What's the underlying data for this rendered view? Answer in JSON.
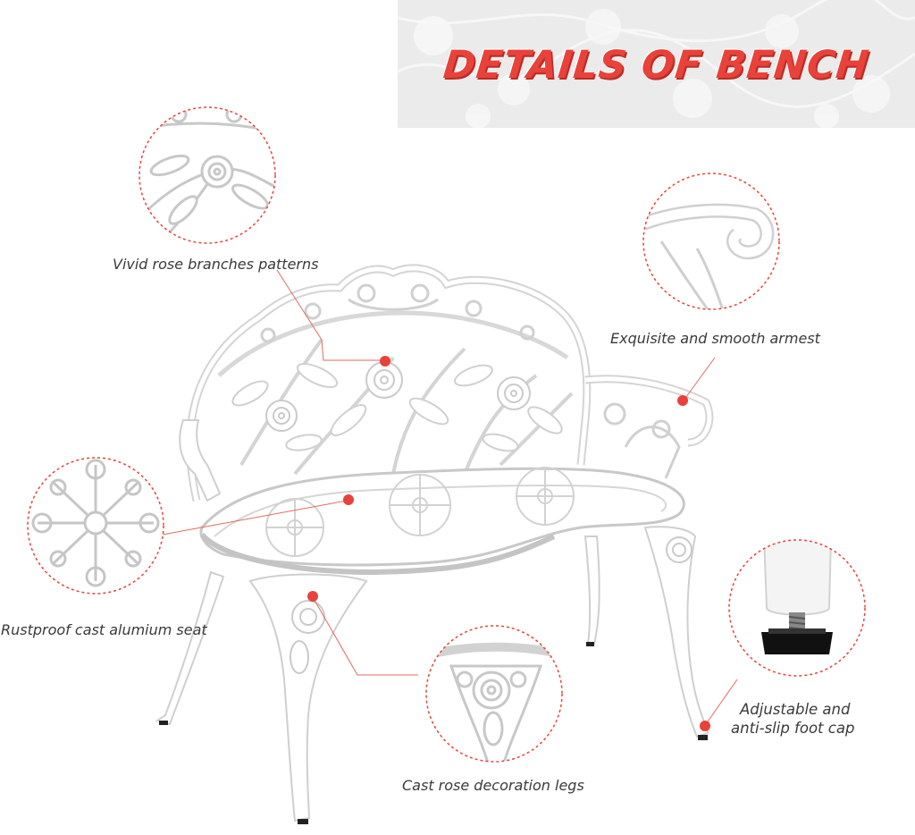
{
  "banner": {
    "title": "DETAILS OF BENCH",
    "title_color": "#e8423a",
    "background_color": "#ebebeb"
  },
  "callouts": [
    {
      "id": "backrest",
      "label": "Vivid rose branches patterns",
      "icon": "rose-pattern-icon"
    },
    {
      "id": "armrest",
      "label": "Exquisite and smooth armest",
      "icon": "armrest-icon"
    },
    {
      "id": "seat",
      "label": "Rustproof cast alumium seat",
      "icon": "seat-pattern-icon"
    },
    {
      "id": "foot",
      "label_line1": "Adjustable and",
      "label_line2": "anti-slip foot cap",
      "icon": "foot-cap-icon"
    },
    {
      "id": "legs",
      "label": "Cast rose decoration legs",
      "icon": "rose-leg-icon"
    }
  ],
  "colors": {
    "callout_dot": "#e8423a",
    "leader_line": "#e06a62",
    "circle_border": "#e8423a",
    "bench": "#ffffff",
    "bench_shade": "#d9d9d9"
  }
}
